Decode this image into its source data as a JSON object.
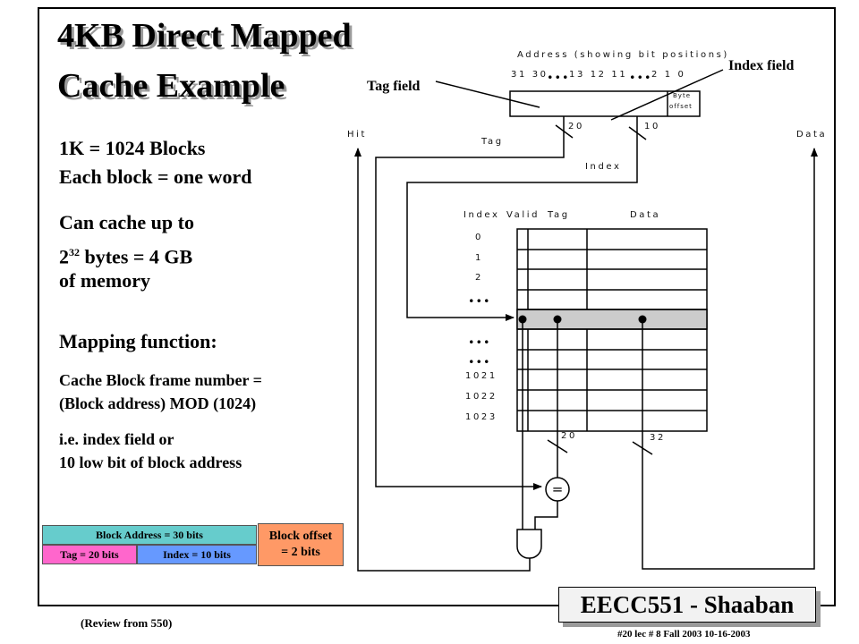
{
  "title": {
    "line1": "4KB Direct Mapped",
    "line2": "Cache  Example"
  },
  "left_text": {
    "blocks": "1K = 1024 Blocks",
    "block_size": "Each block = one word",
    "cache_up_to": "Can cache up to",
    "bytes_base": "2",
    "bytes_exp": "32",
    "bytes_rest": " bytes =  4 GB",
    "of_memory": "of memory",
    "mapping_heading": "Mapping function:",
    "frame_number": "Cache Block frame number =",
    "mod_expr": "(Block address) MOD (1024)",
    "ie_line1": "i.e. index field or",
    "ie_line2": "10 low bit of block address"
  },
  "address_layout": {
    "block_address": "Block Address  = 30 bits",
    "tag": "Tag  =  20 bits",
    "index": "Index  = 10 bits",
    "offset_line1": "Block offset",
    "offset_line2": "= 2 bits",
    "colors": {
      "block_address": "#66cccc",
      "tag": "#ff66cc",
      "index": "#6699ff",
      "offset": "#ff9966"
    }
  },
  "diagram": {
    "address_caption": "Address (showing bit positions)",
    "bits_high": "31 30",
    "bits_mid": "13 12 11",
    "bits_low": "2  1  0",
    "ellipsis": "...",
    "byte_offset_line1": "Byte",
    "byte_offset_line2": "offset",
    "tag_field_label": "Tag field",
    "index_field_label": "Index field",
    "hit": "Hit",
    "data_out": "Data",
    "tag_small": "Tag",
    "index_small": "Index",
    "width_20_top": "20",
    "width_10_top": "10",
    "columns": {
      "index": "Index",
      "valid": "Valid",
      "tag": "Tag",
      "data": "Data"
    },
    "rows_top": [
      "0",
      "1",
      "2"
    ],
    "rows_bottom": [
      "1021",
      "1022",
      "1023"
    ],
    "width_20_bottom": "20",
    "width_32_bottom": "32",
    "comparator": "=",
    "highlight_color": "#cccccc"
  },
  "footer": {
    "course": "EECC551 - Shaaban",
    "review": "(Review from 550)",
    "slide_info": "#20  lec # 8  Fall 2003  10-16-2003"
  }
}
